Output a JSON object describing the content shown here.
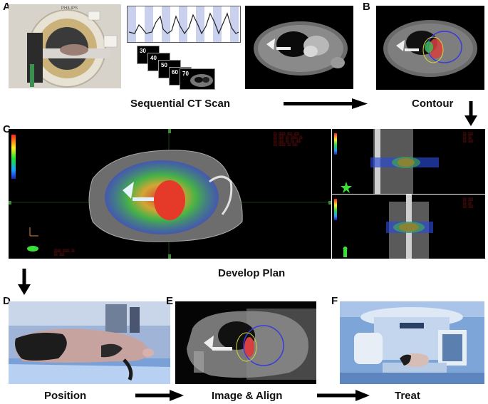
{
  "panels": {
    "a": {
      "letter": "A",
      "scanner_label": "PHILIPS",
      "frame_labels": [
        "30",
        "40",
        "50",
        "60",
        "70"
      ],
      "caption": "Sequential CT Scan"
    },
    "b": {
      "letter": "B",
      "caption": "Contour"
    },
    "c": {
      "letter": "C",
      "caption": "Develop Plan"
    },
    "d": {
      "letter": "D",
      "caption": "Position"
    },
    "e": {
      "letter": "E",
      "caption": "Image & Align"
    },
    "f": {
      "letter": "F",
      "caption": "Treat"
    }
  },
  "colors": {
    "arrow": "#000000",
    "ct_background": "#000000",
    "dose_high": "#e53a2a",
    "dose_mid": "#3fbf3f",
    "dose_low": "#2a4bd8",
    "breathing_band": "#c9d1ef"
  }
}
